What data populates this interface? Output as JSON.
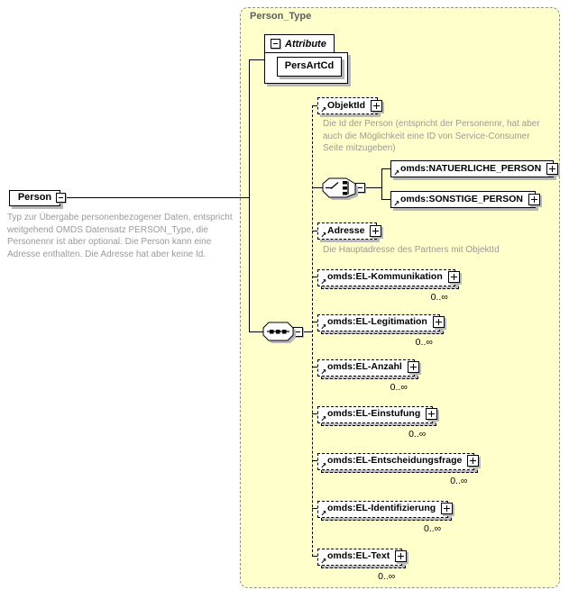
{
  "element": {
    "name": "Person",
    "doc_lines": [
      "Typ zur Übergabe personenbezogener Daten, entspricht",
      "weitgehend OMDS Datensatz PERSON_Type, die",
      "Personennr ist aber optional. Die Person kann eine",
      "Adresse enthalten. Die Adresse hat aber keine Id."
    ]
  },
  "type_panel": {
    "title": "Person_Type",
    "attribute_section": {
      "label": "Attribute",
      "attributes": [
        {
          "name": "PersArtCd"
        }
      ]
    },
    "children": [
      {
        "label": "ObjektId",
        "kind": "optional-element",
        "doc_lines": [
          "Die Id der Person (entspricht der Personennr, hat aber",
          "auch die Möglichkeit eine ID von Service-Consumer",
          "Seite mitzugeben)"
        ]
      },
      {
        "kind": "choice",
        "options": [
          {
            "label": "omds:NATUERLICHE_PERSON"
          },
          {
            "label": "omds:SONSTIGE_PERSON"
          }
        ]
      },
      {
        "label": "Adresse",
        "kind": "optional-element",
        "doc_lines": [
          "Die Hauptadresse des Partners mit ObjektId"
        ]
      },
      {
        "label": "omds:EL-Kommunikation",
        "kind": "repeated-element",
        "occurs": "0..∞"
      },
      {
        "label": "omds:EL-Legitimation",
        "kind": "repeated-element",
        "occurs": "0..∞"
      },
      {
        "label": "omds:EL-Anzahl",
        "kind": "repeated-element",
        "occurs": "0..∞"
      },
      {
        "label": "omds:EL-Einstufung",
        "kind": "repeated-element",
        "occurs": "0..∞"
      },
      {
        "label": "omds:EL-Entscheidungsfrage",
        "kind": "repeated-element",
        "occurs": "0..∞"
      },
      {
        "label": "omds:EL-Identifizierung",
        "kind": "repeated-element",
        "occurs": "0..∞"
      },
      {
        "label": "omds:EL-Text",
        "kind": "repeated-element",
        "occurs": "0..∞"
      }
    ]
  },
  "colors": {
    "panel_background": "#ffffcc",
    "panel_border": "#8f8f8f",
    "doc_text": "#9a9a9a",
    "box_shadow": "#b8b8b8",
    "line": "#000000"
  }
}
